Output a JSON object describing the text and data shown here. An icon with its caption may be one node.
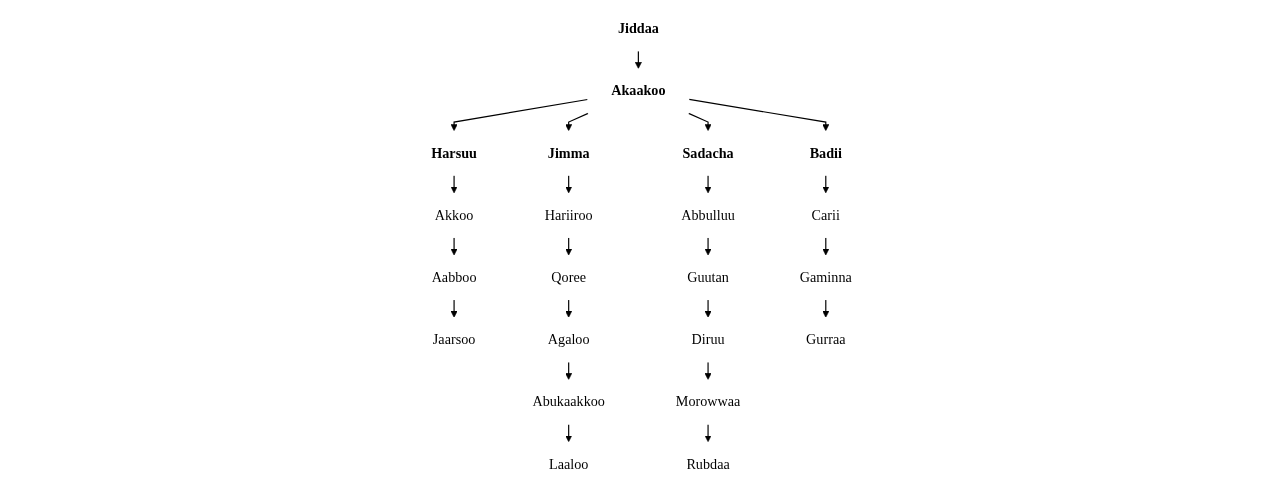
{
  "diagram": {
    "nodes": [
      {
        "text": [
          "Jiddaa"
        ]
      },
      {
        "text": [
          "Akaakoo"
        ]
      },
      {
        "text": [
          "Harsuu"
        ]
      },
      {
        "text": [
          "Jimma"
        ]
      },
      {
        "text": [
          "Sadacha"
        ]
      },
      {
        "text": [
          "Badii"
        ]
      },
      {
        "text": [
          "Akkoo"
        ]
      },
      {
        "text": [
          "Aabboo"
        ]
      },
      {
        "text": [
          "Jaarsoo"
        ]
      },
      {
        "text": [
          "Hariiroo"
        ]
      },
      {
        "text": [
          "Qoree"
        ]
      },
      {
        "text": [
          "Agaloo"
        ]
      },
      {
        "text": [
          "Abukaakkoo"
        ]
      },
      {
        "text": [
          "Laaloo"
        ]
      },
      {
        "text": [
          "Abbulluu"
        ]
      },
      {
        "text": [
          "Guutan"
        ]
      },
      {
        "text": [
          "Diruu"
        ]
      },
      {
        "text": [
          "Morowwaa"
        ]
      },
      {
        "text": [
          "Rubdaa"
        ]
      },
      {
        "text": [
          "Carii"
        ]
      },
      {
        "text": [
          "Gaminna"
        ]
      },
      {
        "text": [
          "Gurraa"
        ]
      }
    ],
    "edges": [
      {
        "from": 0,
        "to": 1,
        "arrow": "to"
      },
      {
        "from": 1,
        "to": 2,
        "arrow": "to"
      },
      {
        "from": 1,
        "to": 3,
        "arrow": "to"
      },
      {
        "from": 1,
        "to": 4,
        "arrow": "to"
      },
      {
        "from": 1,
        "to": 5,
        "arrow": "to"
      },
      {
        "from": 2,
        "to": 6,
        "arrow": "to"
      },
      {
        "from": 6,
        "to": 7,
        "arrow": "to"
      },
      {
        "from": 7,
        "to": 8,
        "arrow": "to"
      },
      {
        "from": 3,
        "to": 9,
        "arrow": "to"
      },
      {
        "from": 9,
        "to": 10,
        "arrow": "to"
      },
      {
        "from": 10,
        "to": 11,
        "arrow": "to"
      },
      {
        "from": 11,
        "to": 12,
        "arrow": "to"
      },
      {
        "from": 12,
        "to": 13,
        "arrow": "to"
      },
      {
        "from": 4,
        "to": 14,
        "arrow": "to"
      },
      {
        "from": 14,
        "to": 15,
        "arrow": "to"
      },
      {
        "from": 15,
        "to": 16,
        "arrow": "to"
      },
      {
        "from": 16,
        "to": 17,
        "arrow": "to"
      },
      {
        "from": 17,
        "to": 18,
        "arrow": "to"
      },
      {
        "from": 5,
        "to": 19,
        "arrow": "to"
      },
      {
        "from": 19,
        "to": 20,
        "arrow": "to"
      },
      {
        "from": 20,
        "to": 21,
        "arrow": "to"
      }
    ]
  }
}
